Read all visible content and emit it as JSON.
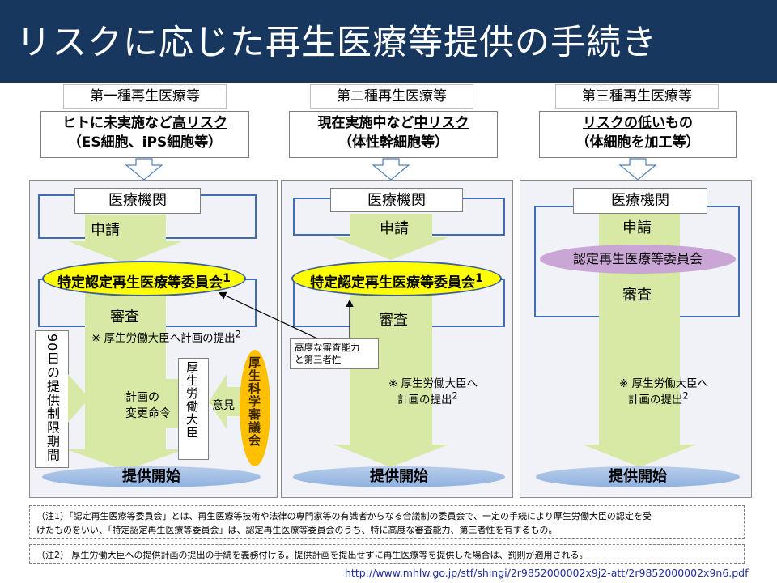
{
  "title": "リスクに応じた再生医療等提供の手続き",
  "columns": [
    {
      "tab": "第一種再生医療等",
      "desc_pre": "ヒトに未実施など",
      "desc_u": "高リスク",
      "desc_post": "",
      "desc_line2": "（ES細胞、iPS細胞等）",
      "institution": "医療機関",
      "apply": "申請",
      "committee": "特定認定再生医療等委員会",
      "committee_sup": "1",
      "review": "審査",
      "minister": "※ 厚生労働大臣へ計画の提出",
      "minister_sup": "2",
      "start": "提供開始"
    },
    {
      "tab": "第二種再生医療等",
      "desc_pre": "現在実施中など",
      "desc_u": "中リスク",
      "desc_post": "",
      "desc_line2": "（体性幹細胞等）",
      "institution": "医療機関",
      "apply": "申請",
      "committee": "特定認定再生医療等委員会",
      "committee_sup": "1",
      "review": "審査",
      "minister_l1": "※ 厚生労働大臣へ",
      "minister_l2": "計画の提出",
      "minister_sup": "2",
      "start": "提供開始"
    },
    {
      "tab": "第三種再生医療等",
      "desc_pre": "",
      "desc_u": "リスクの低い",
      "desc_post": "もの",
      "desc_line2": "（体細胞を加工等）",
      "institution": "医療機関",
      "apply": "申請",
      "committee": "認定再生医療等委員会",
      "review": "審査",
      "minister_l1": "※ 厚生労働大臣へ",
      "minister_l2": "計画の提出",
      "minister_sup": "2",
      "start": "提供開始"
    }
  ],
  "col1_extra": {
    "days_limit": "90日の提供制限期間",
    "change_order_l1": "計画の",
    "change_order_l2": "変更命令",
    "ministry": "厚生労働大臣",
    "opinion": "意見",
    "council": "厚生科学審議会"
  },
  "callout": {
    "line1": "高度な審査能力",
    "line2": "と第三者性"
  },
  "notes": {
    "note1_l1": "（注1）「認定再生医療等委員会」とは、再生医療等技術や法律の専門家等の有識者からなる合議制の委員会で、一定の手続により厚生労働大臣の認定を受",
    "note1_l2": "けたものをいい、「特定認定再生医療等委員会」は、認定再生医療等委員会のうち、特に高度な審査能力、第三者性を有するもの。",
    "note2": "（注2） 厚生労働大臣への提供計画の提出の手続を義務付ける。提供計画を提出せずに再生医療等を提供した場合は、罰則が適用される。"
  },
  "source_url": "http://www.mhlw.go.jp/stf/shingi/2r9852000002x9j2-att/2r9852000002x9n6.pdf",
  "colors": {
    "title_bg": "#17375e",
    "green": "#d7e9a5",
    "yellow": "#ffff00",
    "purple": "#c9a6d6",
    "blue": "#3e6db5",
    "orange": "#ffc000"
  }
}
